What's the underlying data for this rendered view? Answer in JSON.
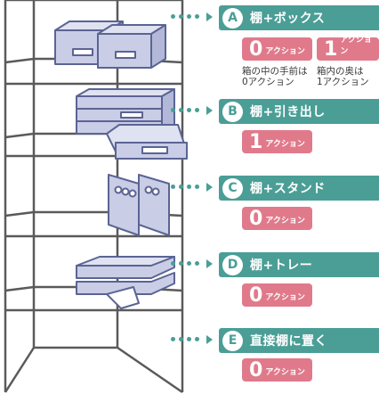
{
  "sections": [
    {
      "letter": "A",
      "title": "棚+ボックス",
      "badges": [
        {
          "count": "0",
          "label": "アクション"
        },
        {
          "count": "1",
          "label": "アクション"
        }
      ],
      "notes": [
        [
          "箱の中の手前は",
          "0アクション"
        ],
        [
          "箱内の奥は",
          "1アクション"
        ]
      ]
    },
    {
      "letter": "B",
      "title": "棚+引き出し",
      "badges": [
        {
          "count": "1",
          "label": "アクション"
        }
      ]
    },
    {
      "letter": "C",
      "title": "棚+スタンド",
      "badges": [
        {
          "count": "0",
          "label": "アクション"
        }
      ]
    },
    {
      "letter": "D",
      "title": "棚+トレー",
      "badges": [
        {
          "count": "0",
          "label": "アクション"
        }
      ]
    },
    {
      "letter": "E",
      "title": "直接棚に置く",
      "badges": [
        {
          "count": "0",
          "label": "アクション"
        }
      ]
    }
  ],
  "colors": {
    "teal": "#4a9e96",
    "pink": "#e07a8b",
    "line": "#5a5a5a",
    "item_fill": "#c9cde6",
    "item_stroke": "#5b6494"
  }
}
